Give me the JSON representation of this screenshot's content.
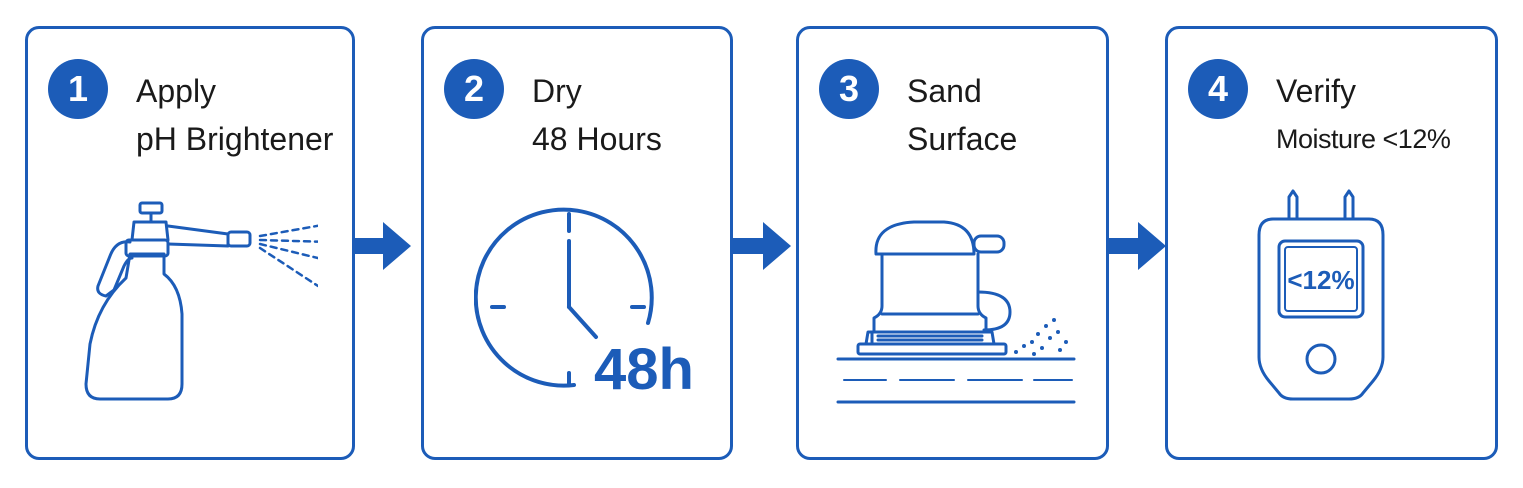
{
  "colors": {
    "accent": "#1c5cb8",
    "text": "#1a1a1a",
    "background": "#ffffff"
  },
  "steps": [
    {
      "number": "1",
      "title_line1": "Apply",
      "title_line2": "pH Brightener",
      "icon": "spray-bottle-icon"
    },
    {
      "number": "2",
      "title_line1": "Dry",
      "title_line2": "48 Hours",
      "icon": "clock-icon",
      "icon_text": "48h"
    },
    {
      "number": "3",
      "title_line1": "Sand",
      "title_line2": "Surface",
      "icon": "orbital-sander-icon"
    },
    {
      "number": "4",
      "title_line1": "Verify",
      "title_line2": "Moisture <12%",
      "icon": "moisture-meter-icon",
      "icon_text": "<12%"
    }
  ],
  "arrows": [
    "arrow-right-icon",
    "arrow-right-icon",
    "arrow-right-icon"
  ]
}
